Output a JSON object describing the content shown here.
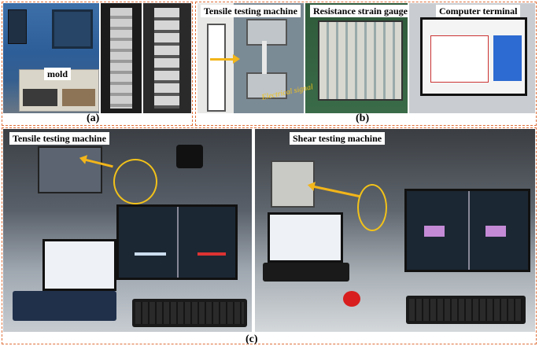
{
  "panels": {
    "a": {
      "tag": "(a)",
      "mold_label": "mold"
    },
    "b": {
      "tag": "(b)",
      "tensile_label": "Tensile testing machine",
      "strain_label": "Resistance strain gauge",
      "computer_label": "Computer terminal",
      "signal_label": "Electrical signal"
    },
    "c": {
      "tag": "(c)",
      "tensile_label": "Tensile testing machine",
      "shear_label": "Shear testing machine"
    }
  },
  "colors": {
    "border_dash": "#e0703a",
    "arrow": "#f2b51a",
    "highlight_ring": "#f2c21a"
  }
}
